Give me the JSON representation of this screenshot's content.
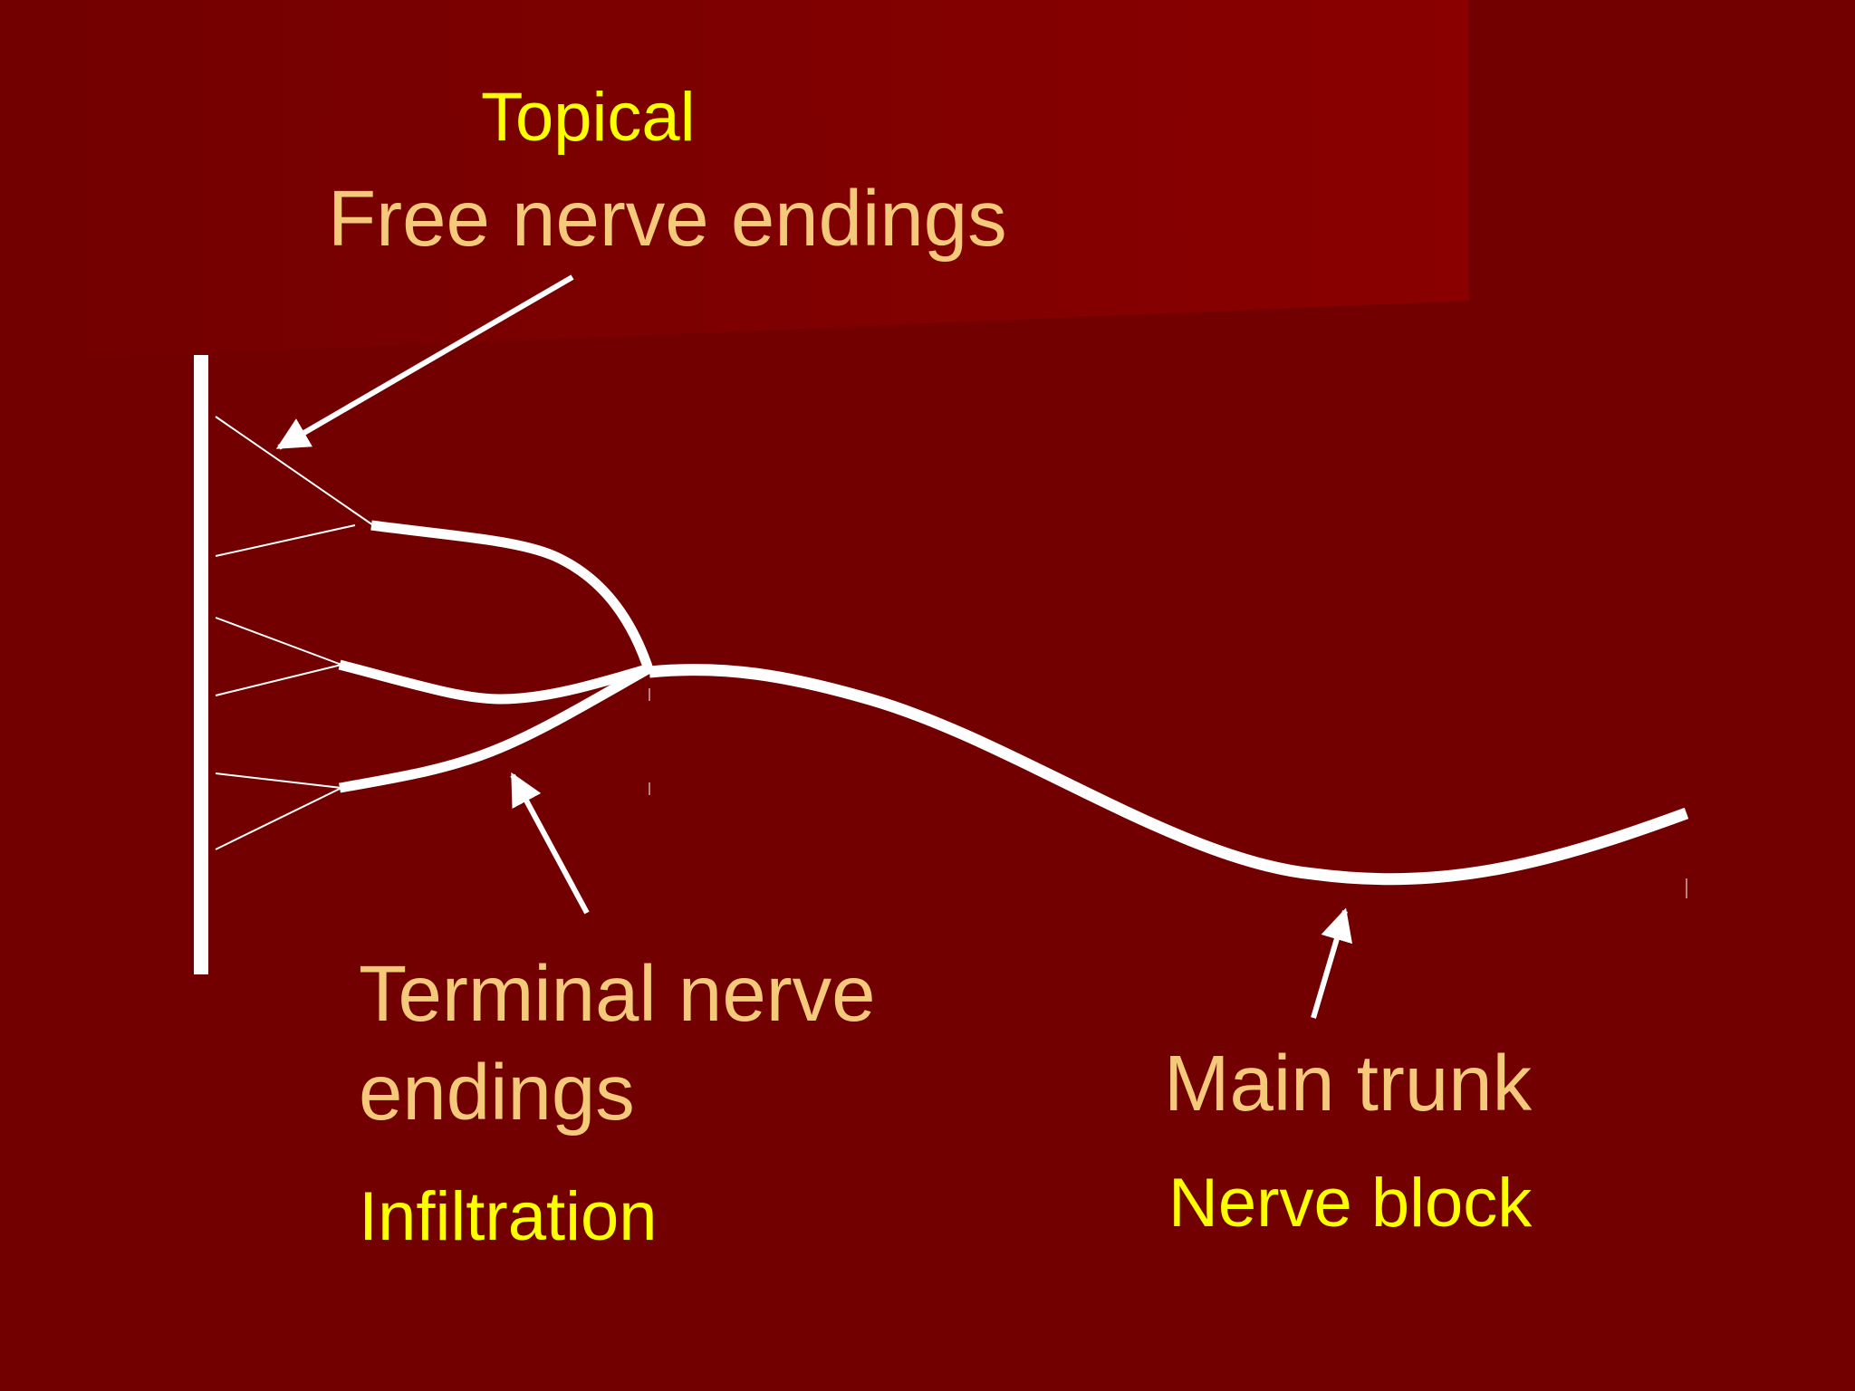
{
  "labels": {
    "topical": "Topical",
    "free_nerve_endings": "Free nerve endings",
    "terminal_nerve_endings_line1": "Terminal nerve",
    "terminal_nerve_endings_line2": "endings",
    "infiltration": "Infiltration",
    "main_trunk": "Main trunk",
    "nerve_block": "Nerve block"
  },
  "colors": {
    "background": "#720000",
    "background_highlight": "#8a0000",
    "method_text": "#ffff00",
    "structure_text": "#f5c97a",
    "lines": "#ffffff"
  }
}
